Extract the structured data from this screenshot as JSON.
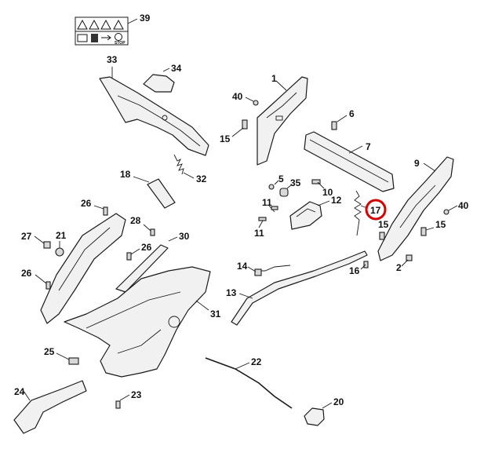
{
  "diagram": {
    "type": "exploded-parts-view",
    "highlight_color": "#d20000",
    "callouts": [
      "39",
      "33",
      "34",
      "1",
      "40",
      "6",
      "15",
      "7",
      "9",
      "18",
      "32",
      "5",
      "35",
      "10",
      "11",
      "12",
      "17",
      "40",
      "15",
      "26",
      "28",
      "30",
      "21",
      "27",
      "26",
      "26",
      "14",
      "13",
      "16",
      "2",
      "31",
      "25",
      "22",
      "24",
      "23",
      "20",
      "11"
    ],
    "highlighted_callout": "17",
    "warning_label_symbols": [
      "warning-triangle-icon",
      "warning-triangle-icon",
      "warning-triangle-icon",
      "warning-triangle-icon",
      "manual-book-icon",
      "hand-blade-icon",
      "arrow-icon",
      "stop-icon"
    ],
    "stop_text": "STOP"
  }
}
